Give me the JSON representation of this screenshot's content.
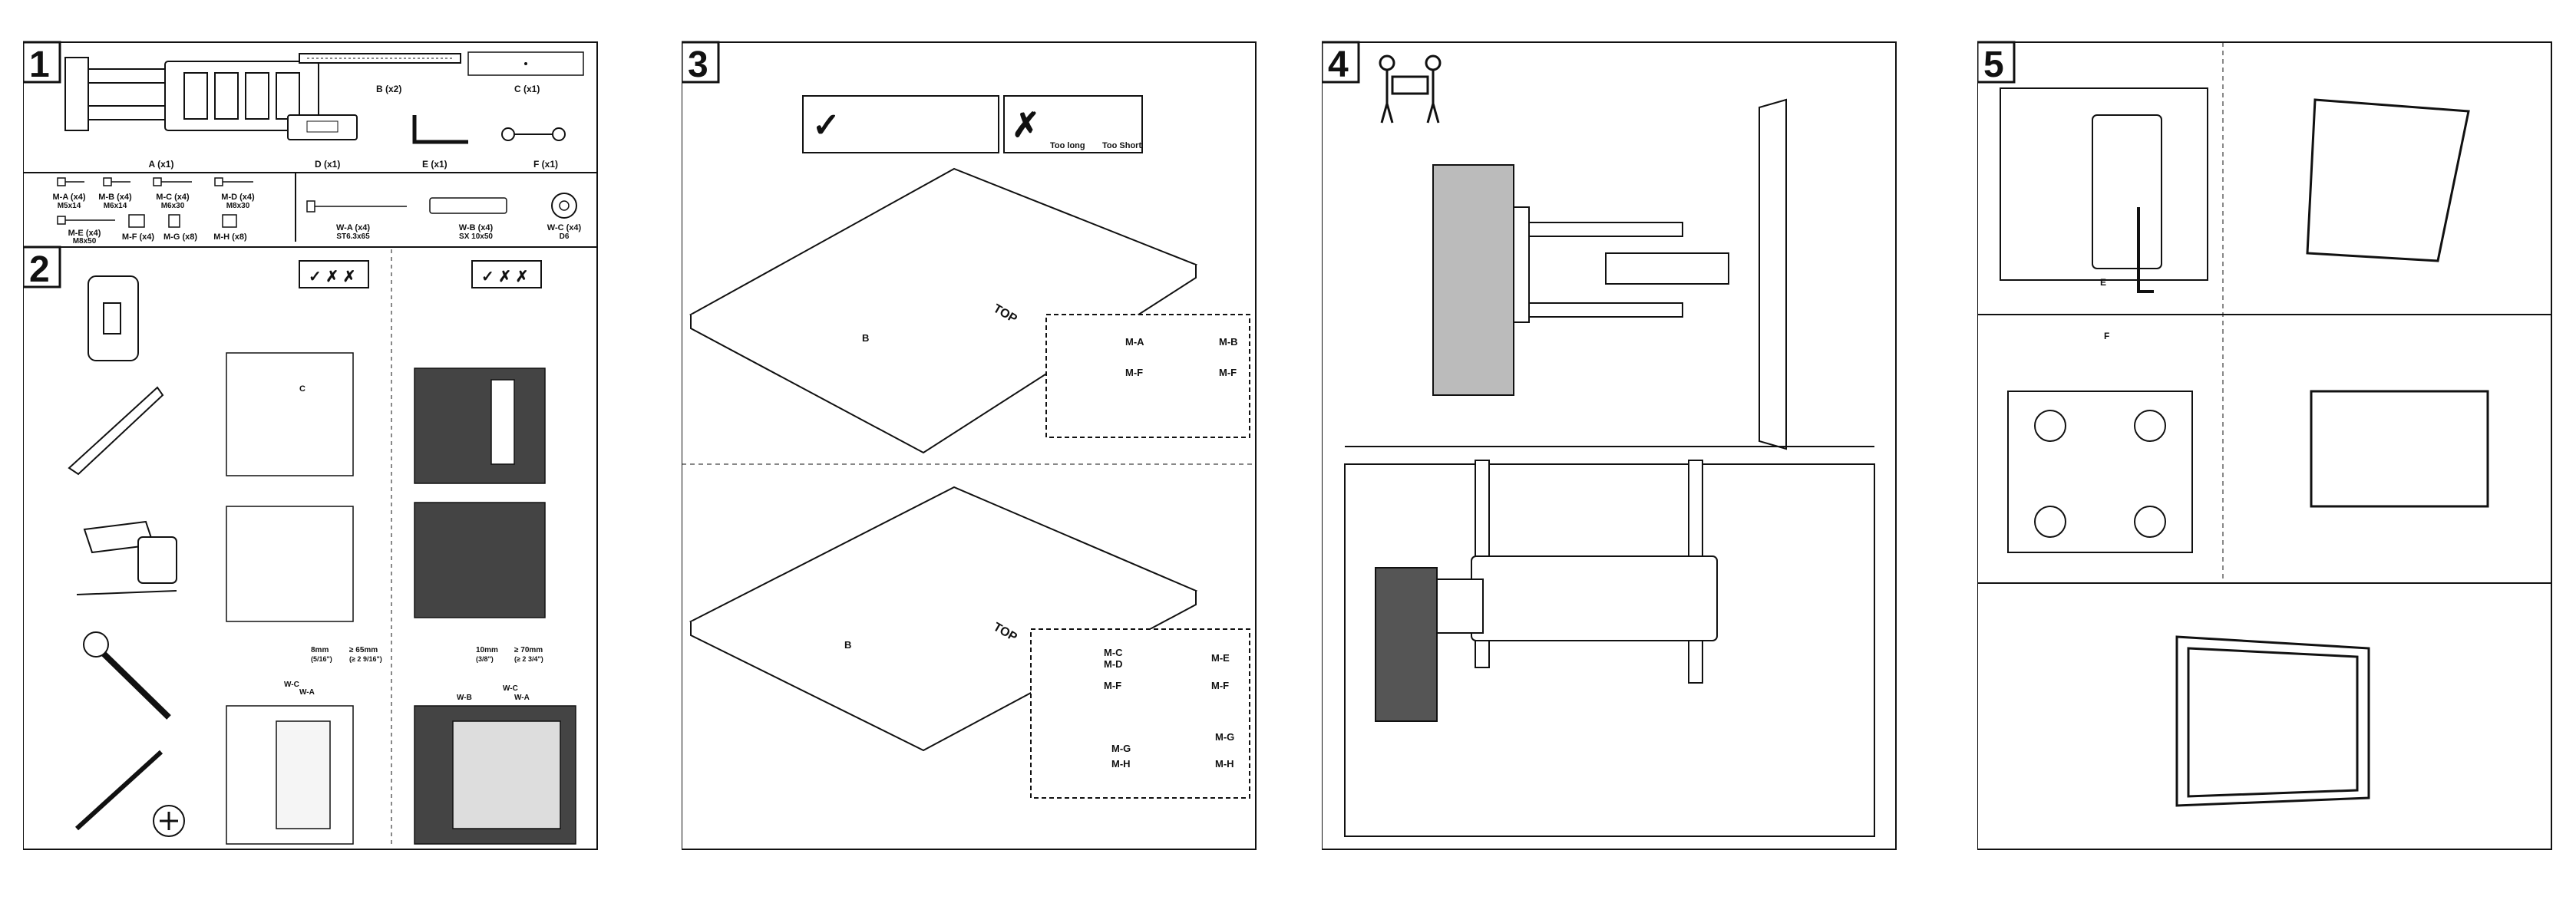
{
  "steps": {
    "s1": "1",
    "s2": "2",
    "s3": "3",
    "s4": "4",
    "s5": "5"
  },
  "parts": {
    "A": "A (x1)",
    "B": "B (x2)",
    "C": "C (x1)",
    "D": "D (x1)",
    "E": "E (x1)",
    "F": "F (x1)"
  },
  "screws": {
    "MA": "M-A (x4)",
    "MA_size": "M5x14",
    "MB": "M-B (x4)",
    "MB_size": "M6x14",
    "MC": "M-C (x4)",
    "MC_size": "M6x30",
    "MD": "M-D (x4)",
    "MD_size": "M8x30",
    "ME": "M-E (x4)",
    "ME_size": "M8x50",
    "MF": "M-F (x4)",
    "MG": "M-G (x8)",
    "MH": "M-H (x8)",
    "WA": "W-A (x4)",
    "WA_size": "ST6.3x65",
    "WB": "W-B (x4)",
    "WB_size": "SX 10x50",
    "WC": "W-C (x4)",
    "WC_size": "D6"
  },
  "step2": {
    "drill1": "8mm",
    "drill1_in": "(5/16\")",
    "depth1": "≥ 65mm",
    "depth1_in": "(≥ 2 9/16\")",
    "drill2": "10mm",
    "drill2_in": "(3/8\")",
    "depth2": "≥ 70mm",
    "depth2_in": "(≥ 2 3/4\")",
    "c": "C",
    "wc": "W-C",
    "wa": "W-A",
    "wb": "W-B"
  },
  "step3": {
    "too_long": "Too long",
    "too_short": "Too Short",
    "top": "TOP",
    "b": "B",
    "ma": "M-A",
    "mb": "M-B",
    "mf": "M-F",
    "mc": "M-C",
    "md": "M-D",
    "me": "M-E",
    "mg": "M-G",
    "mh": "M-H"
  },
  "step5": {
    "e": "E",
    "f": "F"
  }
}
